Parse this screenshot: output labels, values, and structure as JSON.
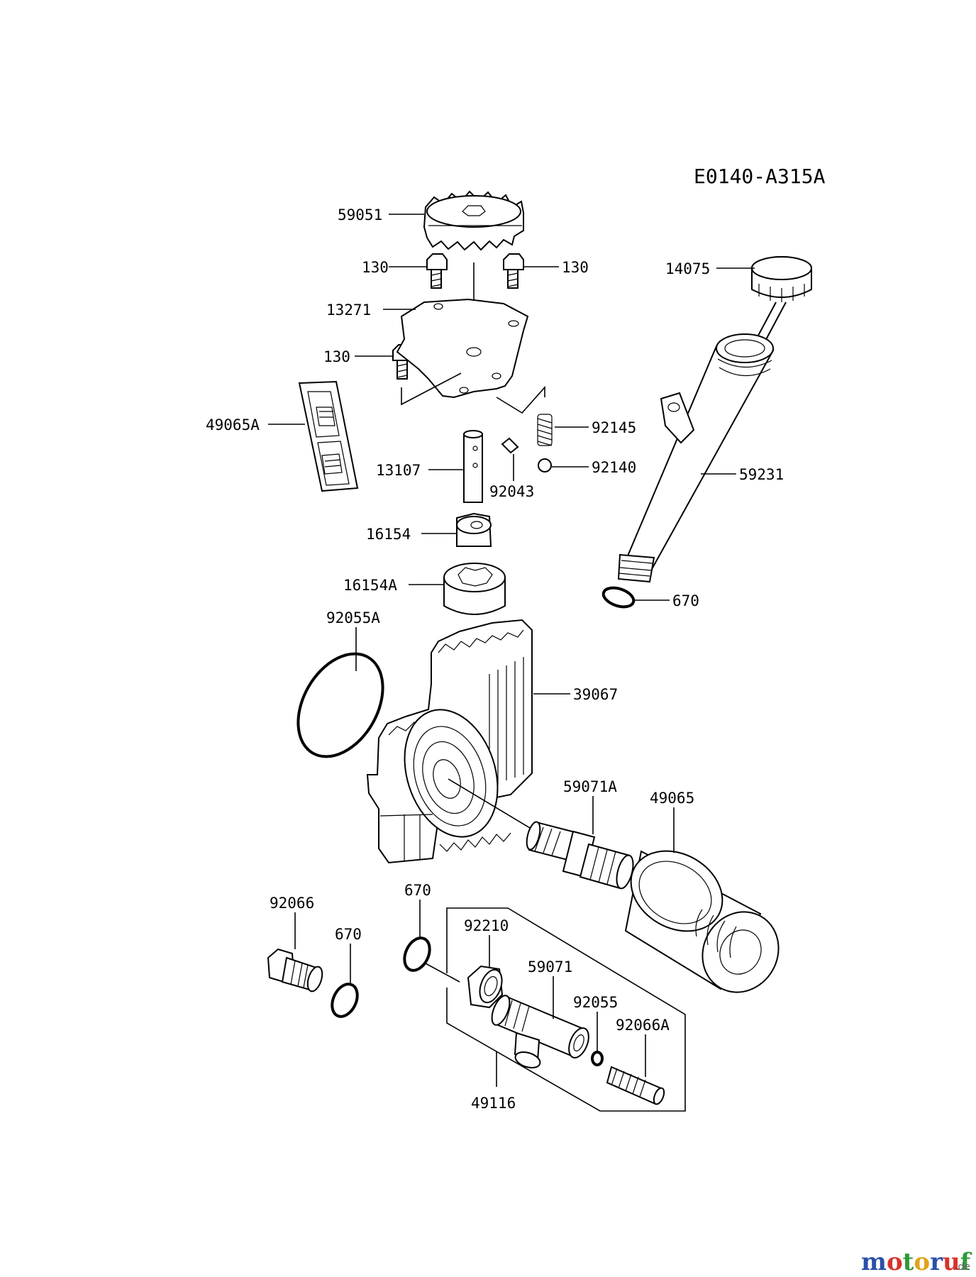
{
  "diagram_code": "E0140-A315A",
  "labels": {
    "p59051": "59051",
    "p130a": "130",
    "p130b": "130",
    "p130c": "130",
    "p13271": "13271",
    "p14075": "14075",
    "p49065A": "49065A",
    "p92145": "92145",
    "p13107": "13107",
    "p92043": "92043",
    "p92140": "92140",
    "p59231": "59231",
    "p16154": "16154",
    "p16154A": "16154A",
    "p670a": "670",
    "p92055A": "92055A",
    "p39067": "39067",
    "p59071A": "59071A",
    "p49065": "49065",
    "p92066": "92066",
    "p670b": "670",
    "p670c": "670",
    "p92210": "92210",
    "p59071": "59071",
    "p92055": "92055",
    "p92066A": "92066A",
    "p49116": "49116"
  },
  "watermark": {
    "letters": [
      "m",
      "o",
      "t",
      "o",
      "r",
      "u",
      "f"
    ],
    "colors": [
      "#2b4fa8",
      "#d6342a",
      "#2e9a3a",
      "#e0a31c",
      "#2b4fa8",
      "#d6342a",
      "#2e9a3a"
    ],
    "suffix": ".de"
  }
}
